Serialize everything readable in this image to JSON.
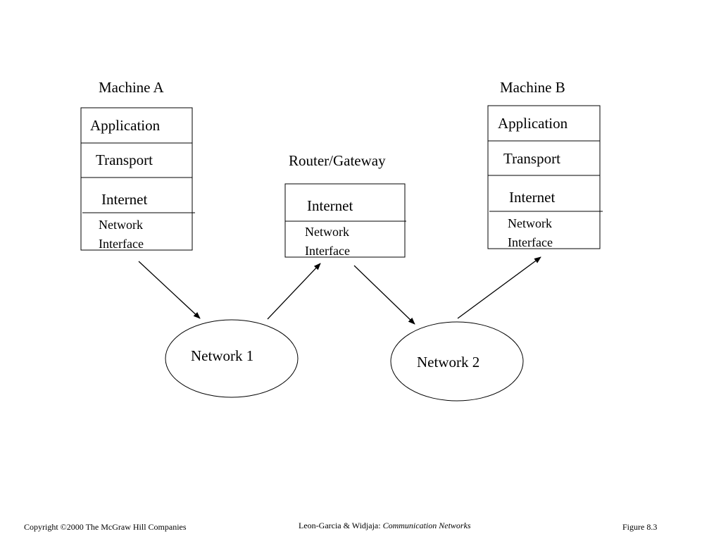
{
  "machine_a": {
    "title": "Machine A",
    "application": "Application",
    "transport": "Transport",
    "internet": "Internet",
    "network_interface_line1": "Network",
    "network_interface_line2": "Interface"
  },
  "router": {
    "title": "Router/Gateway",
    "internet": "Internet",
    "network_interface_line1": "Network",
    "network_interface_line2": "Interface"
  },
  "machine_b": {
    "title": "Machine B",
    "application": "Application",
    "transport": "Transport",
    "internet": "Internet",
    "network_interface_line1": "Network",
    "network_interface_line2": "Interface"
  },
  "networks": {
    "network1": "Network 1",
    "network2": "Network 2"
  },
  "footer": {
    "copyright": "Copyright ©2000 The McGraw Hill Companies",
    "authors": "Leon-Garcia & Widjaja:",
    "book": "Communication Networks",
    "figure": "Figure 8.3"
  }
}
